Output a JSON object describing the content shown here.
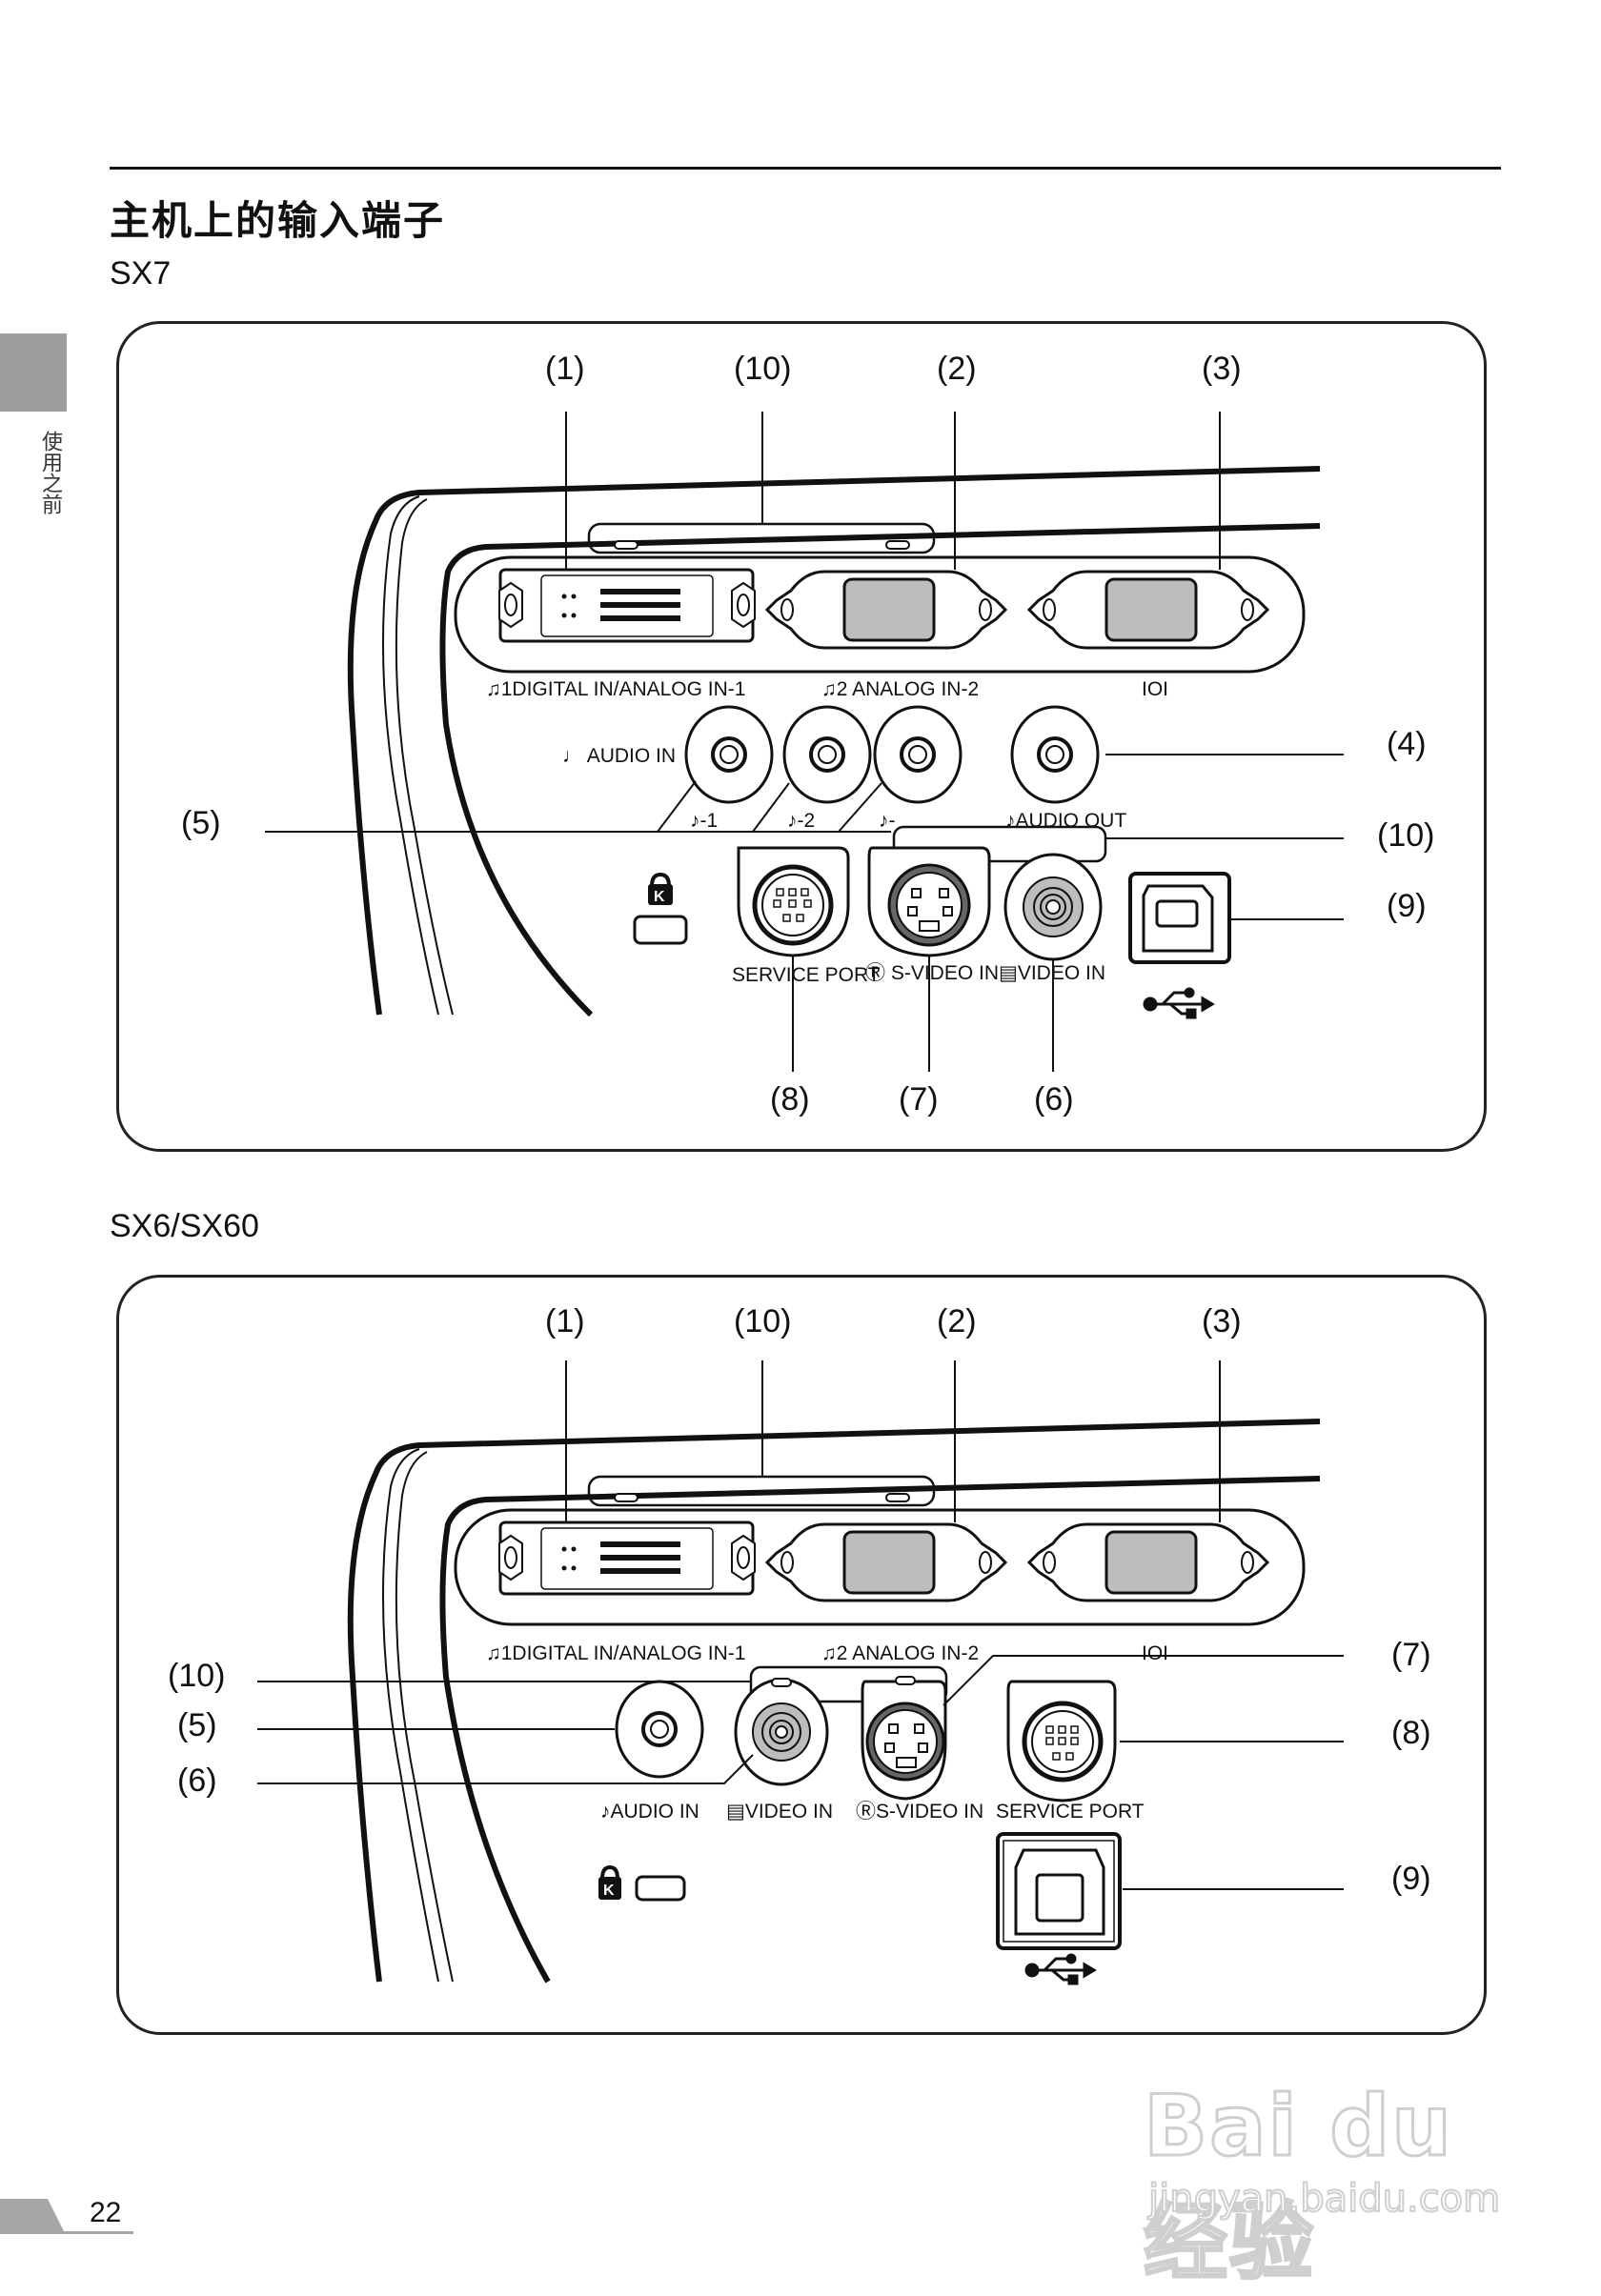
{
  "page": {
    "section_title": "主机上的输入端子",
    "side_tab_label": "使用之前",
    "page_number": "22"
  },
  "watermark": {
    "brand": "Bai du 经验",
    "url": "jingyan.baidu.com"
  },
  "diagrams": [
    {
      "model": "SX7",
      "callouts": [
        "(1)",
        "(10)",
        "(2)",
        "(3)",
        "(4)",
        "(5)",
        "(10)",
        "(9)",
        "(8)",
        "(7)",
        "(6)"
      ],
      "port_labels": {
        "digital_in": "1DIGITAL IN/ANALOG IN-1",
        "analog_in_2": "2 ANALOG IN-2",
        "monitor_out": "IOI",
        "audio_in": "AUDIO IN",
        "audio_1": "♪-1",
        "audio_2": "♪-2",
        "audio_sv": "♪-",
        "audio_out": "AUDIO OUT",
        "service_port": "SERVICE PORT",
        "s_video_in": "S-VIDEO IN",
        "video_in": "VIDEO IN"
      },
      "icons": [
        "kensington-lock-icon",
        "usb-icon"
      ]
    },
    {
      "model": "SX6/SX60",
      "callouts": [
        "(1)",
        "(10)",
        "(2)",
        "(3)",
        "(10)",
        "(5)",
        "(6)",
        "(7)",
        "(8)",
        "(9)"
      ],
      "port_labels": {
        "digital_in": "1DIGITAL IN/ANALOG IN-1",
        "analog_in_2": "2 ANALOG IN-2",
        "monitor_out": "IOI",
        "audio_in": "AUDIO IN",
        "video_in": "VIDEO IN",
        "s_video_in": "S-VIDEO IN",
        "service_port": "SERVICE PORT"
      },
      "icons": [
        "kensington-lock-icon",
        "usb-icon"
      ]
    }
  ]
}
